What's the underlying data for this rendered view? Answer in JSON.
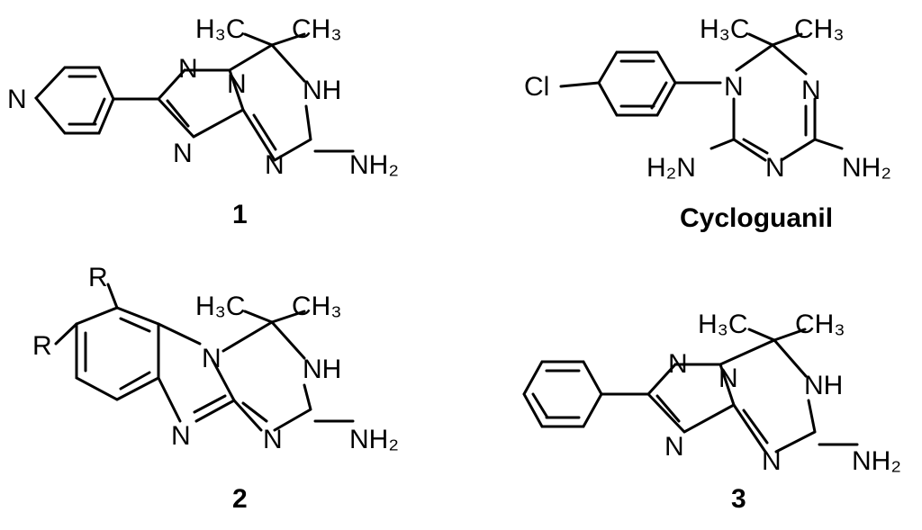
{
  "labels": {
    "compound_1": "1",
    "compound_2": "2",
    "compound_3": "3",
    "cycloguanil": "Cycloguanil"
  },
  "atoms": {
    "c1": {
      "ch3_left": "H₃C",
      "ch3_right": "CH₃",
      "n_triazole_top": "N",
      "n_bridge": "N",
      "nh": "NH",
      "n_triazole_bottom": "N",
      "n_ring": "N",
      "nh2": "NH₂",
      "n_pyridine": "N"
    },
    "cg": {
      "cl": "Cl",
      "n1": "N",
      "n_right": "N",
      "n_bottom": "N",
      "nh2_left": "H₂N",
      "nh2_right": "NH₂",
      "ch3_left": "H₃C",
      "ch3_right": "CH₃"
    },
    "c2": {
      "r_top": "R",
      "r_left": "R",
      "n_bridge": "N",
      "nh": "NH",
      "n_bottom": "N",
      "n_ring": "N",
      "nh2": "NH₂",
      "ch3_left": "H₃C",
      "ch3_right": "CH₃"
    },
    "c3": {
      "ch3_left": "H₃C",
      "ch3_right": "CH₃",
      "n_triazole_top": "N",
      "n_bridge": "N",
      "nh": "NH",
      "n_triazole_bottom": "N",
      "n_ring": "N",
      "nh2": "NH₂"
    }
  }
}
